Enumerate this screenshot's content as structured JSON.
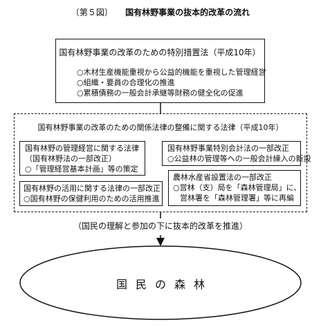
{
  "figure": {
    "label": "〔第５図〕",
    "title": "国有林野事業の抜本的改革の流れ"
  },
  "special_measures": {
    "title": "国有林野事業の改革のための特別措置法",
    "year": "（平成10年）",
    "points": [
      "○木材生産機能重視から公益的機能を重視した管理経営",
      "○組織・要員の合理化の推進",
      "○累積債務の一般会計承継等財務の健全化の促進"
    ]
  },
  "related_laws": {
    "title": "国有林野事業の改革のための関係法律の整備に関する法律",
    "year": "（平成10年）",
    "box1": {
      "title": "国有林野の管理経営に関する法律",
      "sub": "（国有林野法の一部改正）",
      "item": "○「管理経営基本計画」等の策定"
    },
    "box2": {
      "title": "国有林野事業特別会計法の一部改正",
      "item": "○公益林の管理等への一般会計繰入の新設"
    },
    "box3": {
      "title": "国有林野の活用に関する法律の一部改正",
      "item": "○国有林野の保健利用のための活用推進"
    },
    "box4": {
      "title": "農林水産省設置法の一部改正",
      "line1": "○営林（支）局を「森林管理局」に、",
      "line2": "営林署を「森林管理署」等に再編"
    }
  },
  "promotion_note": "（国民の理解と参加の下に抜本的改革を推進）",
  "forest": "国民の森林"
}
